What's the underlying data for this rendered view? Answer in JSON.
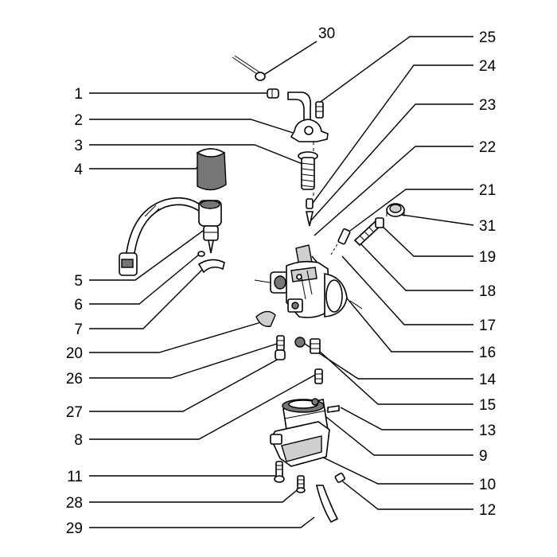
{
  "labels": {
    "left": [
      "1",
      "2",
      "3",
      "4",
      "5",
      "6",
      "7",
      "20",
      "26",
      "27",
      "8",
      "11",
      "28",
      "29"
    ],
    "right": [
      "25",
      "24",
      "23",
      "22",
      "21",
      "31",
      "19",
      "18",
      "17",
      "16",
      "14",
      "15",
      "13",
      "9",
      "10",
      "12"
    ],
    "top": "30"
  },
  "colors": {
    "ink": "#000000",
    "paper": "#ffffff",
    "shade": "#777777"
  }
}
